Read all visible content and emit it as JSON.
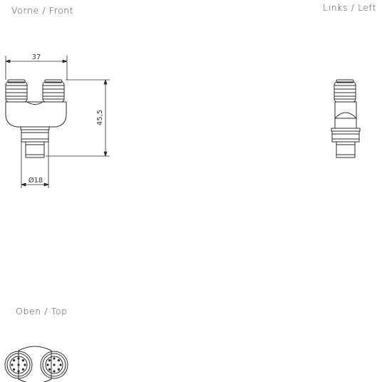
{
  "views": {
    "front": "Vorne  /  Front",
    "left": "Links  /  Left",
    "top": "Oben  /  Top"
  },
  "dimensions": {
    "width": "37",
    "height": "45,5",
    "diameter": "Ø18"
  },
  "colors": {
    "line": "#2b2b2b",
    "text": "#3a3a3a"
  }
}
